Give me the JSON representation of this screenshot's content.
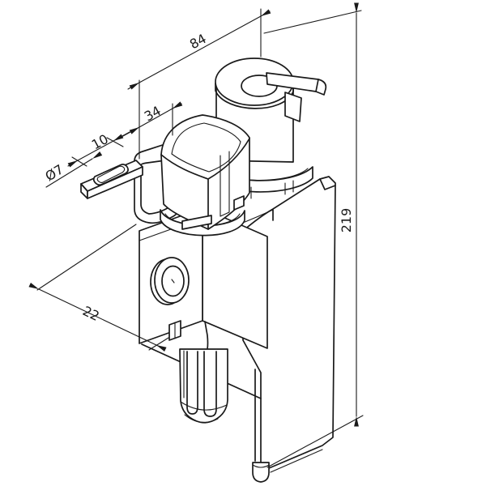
{
  "drawing": {
    "type": "isometric-technical-drawing",
    "subject": "filter-regulator-service-unit-with-mounting-bracket",
    "background_color": "#ffffff",
    "line_color": "#1a1a1a",
    "dimensions": {
      "overall_width": "84",
      "bracket_width": "34",
      "slot_width": "10",
      "hole_diameter": "Ø7",
      "offset_depth": "22",
      "overall_height": "219"
    }
  }
}
